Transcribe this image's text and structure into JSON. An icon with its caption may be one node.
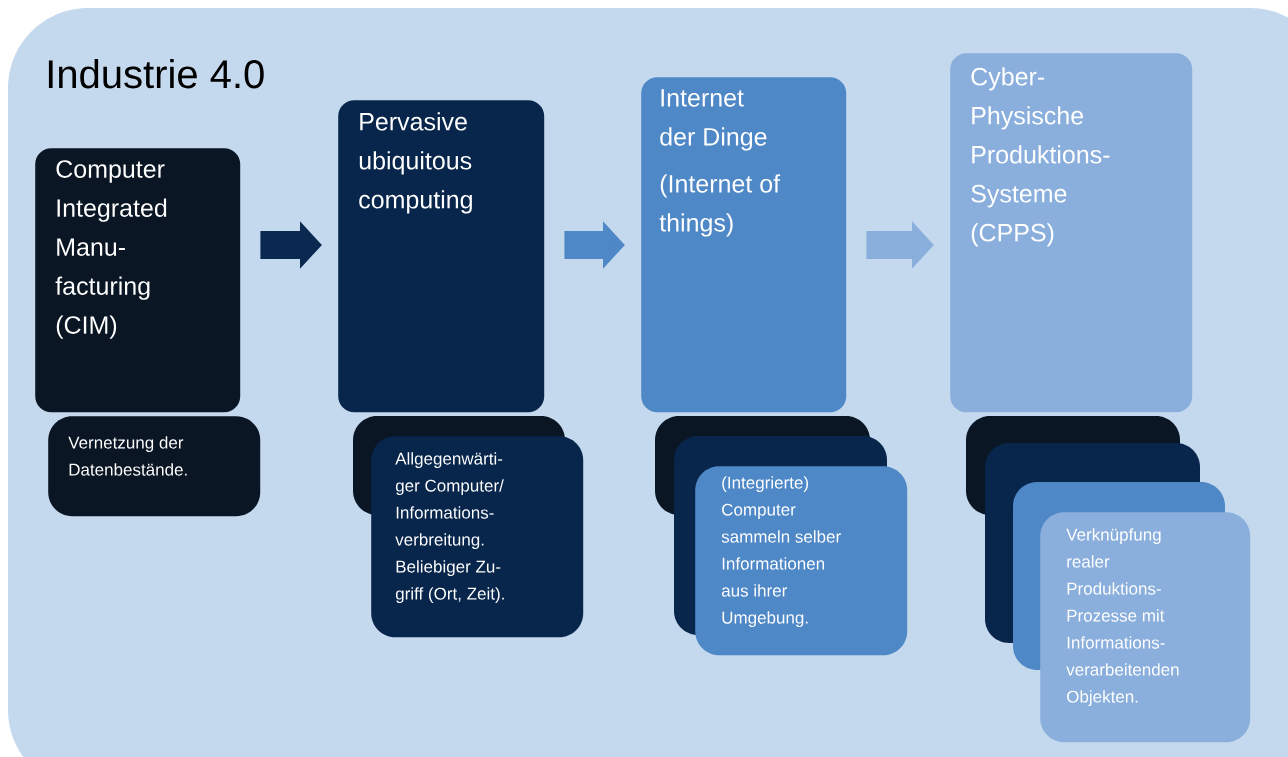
{
  "diagram": {
    "title": "Industrie 4.0",
    "nodes": [
      {
        "text": [
          "Computer Integrated Manu- facturing (CIM)"
        ]
      },
      {
        "text": [
          "Vernetzung der Datenbestände."
        ]
      },
      {
        "text": [
          "Pervasive ubiquitous computing"
        ]
      },
      {
        "text": [
          "Allgegenwärti- ger Computer/ Informations- verbreitung. Beliebiger Zu- griff (Ort, Zeit)."
        ]
      },
      {
        "text": [
          "Internet der Dinge",
          "(Internet of things)"
        ]
      },
      {
        "text": [
          "(Integrierte) Computer sammeln selber Informationen aus ihrer Umgebung."
        ]
      },
      {
        "text": [
          "Cyber- Physische Produktions- Systeme (CPPS)"
        ]
      },
      {
        "text": [
          "Verknüpfung realer Produktions- Prozesse mit Informations- verarbeitenden Objekten."
        ]
      }
    ],
    "edges": [
      {
        "from": 0,
        "to": 2,
        "arrow": "to",
        "color": "#0a2850"
      },
      {
        "from": 2,
        "to": 4,
        "arrow": "to",
        "color": "#4f88c6"
      },
      {
        "from": 4,
        "to": 6,
        "arrow": "to",
        "color": "#8aafdc"
      }
    ]
  }
}
